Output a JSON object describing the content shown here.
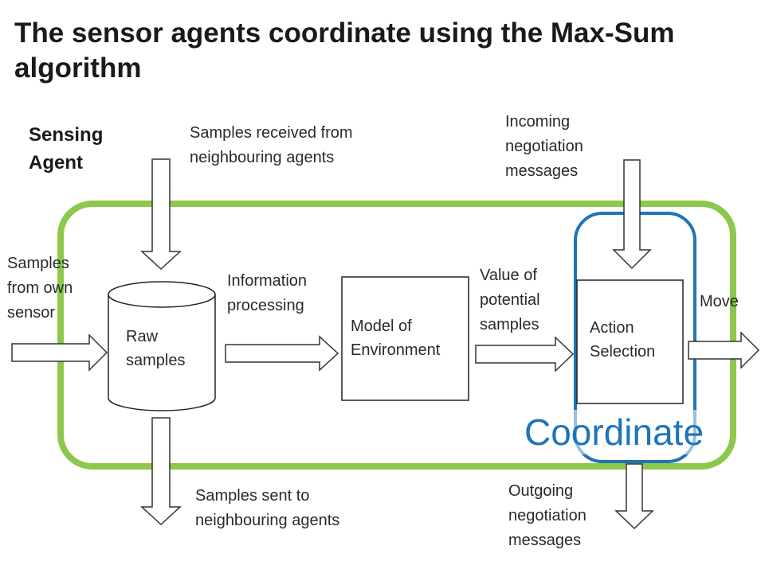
{
  "title": "The sensor agents coordinate using the Max-Sum algorithm",
  "agent_label": "Sensing Agent",
  "labels": {
    "samples_received": "Samples received from neighbouring agents",
    "incoming": "Incoming negotiation messages",
    "own_sensor": "Samples from own sensor",
    "info_processing": "Information processing",
    "value_potential": "Value of potential samples",
    "move": "Move",
    "samples_sent": "Samples sent to neighbouring agents",
    "outgoing": "Outgoing negotiation messages"
  },
  "boxes": {
    "raw_samples": "Raw samples",
    "model": "Model of Environment",
    "action": "Action Selection",
    "coordinate": "Coordinate"
  },
  "colors": {
    "agent_border": "#8cc84b",
    "coordinate": "#1f74b8"
  }
}
